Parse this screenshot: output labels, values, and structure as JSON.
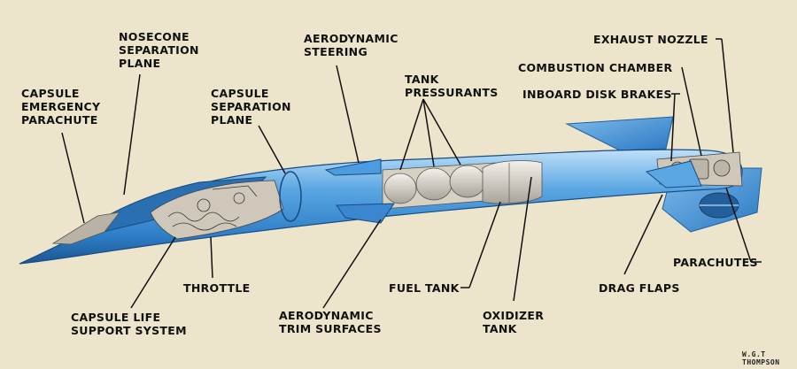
{
  "labels": {
    "capsule_emergency_parachute": [
      "CAPSULE",
      "EMERGENCY",
      "PARACHUTE"
    ],
    "nosecone_separation_plane": [
      "NOSECONE",
      "SEPARATION",
      "PLANE"
    ],
    "capsule_separation_plane": [
      "CAPSULE",
      "SEPARATION",
      "PLANE"
    ],
    "aerodynamic_steering": [
      "AERODYNAMIC",
      "STEERING"
    ],
    "tank_pressurants": [
      "TANK",
      "PRESSURANTS"
    ],
    "exhaust_nozzle": [
      "EXHAUST NOZZLE"
    ],
    "combustion_chamber": [
      "COMBUSTION CHAMBER"
    ],
    "inboard_disk_brakes": [
      "INBOARD DISK BRAKES"
    ],
    "parachutes": [
      "PARACHUTES"
    ],
    "drag_flaps": [
      "DRAG FLAPS"
    ],
    "oxidizer_tank": [
      "OXIDIZER",
      "TANK"
    ],
    "fuel_tank": [
      "FUEL TANK"
    ],
    "aerodynamic_trim_surfaces": [
      "AERODYNAMIC",
      "TRIM SURFACES"
    ],
    "throttle": [
      "THROTTLE"
    ],
    "capsule_life_support_system": [
      "CAPSULE LIFE",
      "SUPPORT SYSTEM"
    ]
  },
  "signature": "W.G.T THOMPSON",
  "colors": {
    "background": "#ede4cc",
    "hull": "#3d8fd6",
    "hull_light": "#8fc4ee",
    "hull_dark": "#1f5f9c",
    "leader": "#111111",
    "interior": "#c9c2b5"
  }
}
